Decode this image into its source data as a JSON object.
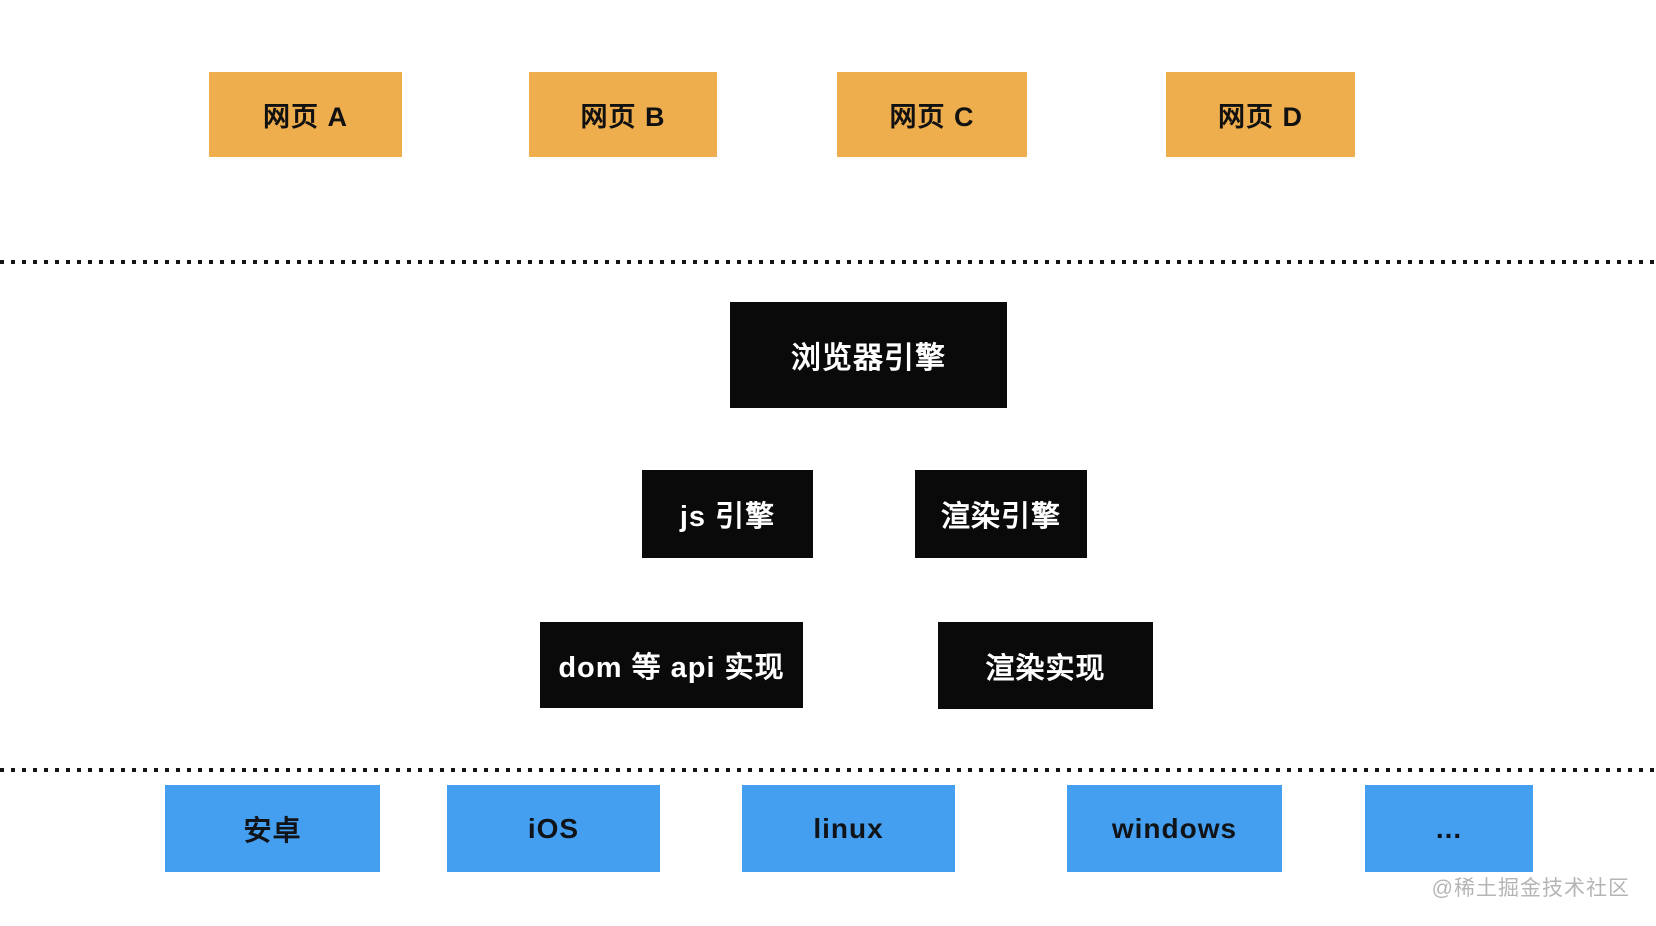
{
  "diagram": {
    "title_hint": "browser architecture layers diagram",
    "colors": {
      "webpage_box": "#EFAE4D",
      "engine_box": "#0A0A0A",
      "os_box": "#459FF1",
      "divider_dots": "#151515",
      "watermark_text": "#B5B5B5",
      "background": "#FFFFFF"
    },
    "webpages": [
      {
        "label": "网页 A"
      },
      {
        "label": "网页 B"
      },
      {
        "label": "网页 C"
      },
      {
        "label": "网页 D"
      }
    ],
    "browser_engine": {
      "label": "浏览器引擎"
    },
    "engines": [
      {
        "label": "js 引擎"
      },
      {
        "label": "渲染引擎"
      }
    ],
    "implementations": [
      {
        "label": "dom 等 api 实现"
      },
      {
        "label": "渲染实现"
      }
    ],
    "platforms": [
      {
        "label": "安卓"
      },
      {
        "label": "iOS"
      },
      {
        "label": "linux"
      },
      {
        "label": "windows"
      },
      {
        "label": "..."
      }
    ],
    "watermark": "@稀土掘金技术社区"
  }
}
